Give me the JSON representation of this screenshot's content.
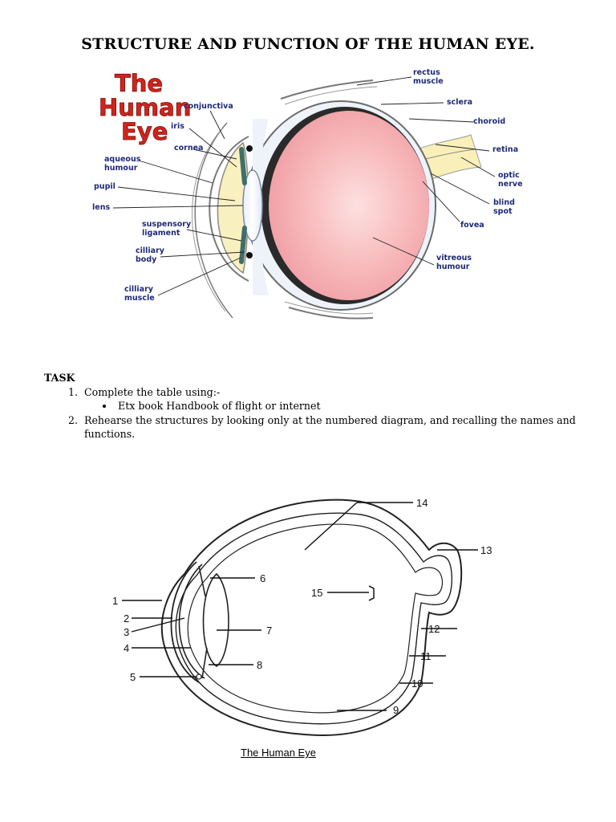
{
  "title": "STRUCTURE AND FUNCTION OF THE HUMAN EYE.",
  "figure1": {
    "logo_lines": [
      "The",
      "Human",
      "Eye"
    ],
    "labels": {
      "rectus_muscle": [
        "rectus",
        "muscle"
      ],
      "sclera": "sclera",
      "choroid": "choroid",
      "retina": "retina",
      "optic_nerve": [
        "optic",
        "nerve"
      ],
      "blind_spot": [
        "blind",
        "spot"
      ],
      "fovea": "fovea",
      "vitreous_humour": [
        "vitreous",
        "humour"
      ],
      "conjunctiva": "conjunctiva",
      "iris": "iris",
      "cornea": "cornea",
      "aqueous_humour": [
        "aqueous",
        "humour"
      ],
      "pupil": "pupil",
      "lens": "lens",
      "suspensory_ligament": [
        "suspensory",
        "ligament"
      ],
      "cilliary_body": [
        "cilliary",
        "body"
      ],
      "cilliary_muscle": [
        "cilliary",
        "muscle"
      ]
    }
  },
  "task": {
    "heading": "TASK",
    "item1": "Complete the table using:-",
    "item1_sub": "Etx book Handbook of flight or internet",
    "item2": "Rehearse the structures by looking only at the numbered diagram, and recalling the names and functions."
  },
  "figure2": {
    "numbers": [
      "1",
      "2",
      "3",
      "4",
      "5",
      "6",
      "7",
      "8",
      "9",
      "10",
      "11",
      "12",
      "13",
      "14",
      "15"
    ],
    "caption": "The Human Eye"
  }
}
